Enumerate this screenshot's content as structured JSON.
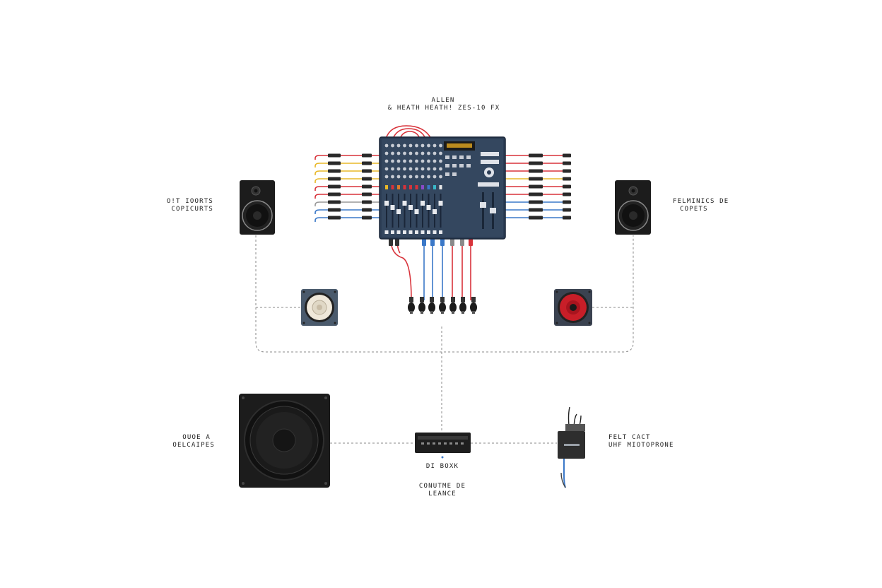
{
  "mixer": {
    "title_line1": "ALLEN",
    "title_line2": "& HEATH HEATH! ZES-10 FX"
  },
  "labels": {
    "left_monitor_line1": "O!T IOORTS",
    "left_monitor_line2": "COPICURTS",
    "right_monitor_line1": "FELMINICS DE",
    "right_monitor_line2": "COPETS",
    "subwoofer_line1": "OUOE A",
    "subwoofer_line2": "OELCAIPES",
    "di_box": "DI BOXK",
    "bottom_center_line1": "CONUTME DE",
    "bottom_center_line2": "LEANCE",
    "receiver_line1": "FELT CACT",
    "receiver_line2": "UHF MIOTOPRONE"
  },
  "colors": {
    "mixer_body": "#2c3d55",
    "cable_red": "#d8323a",
    "cable_yellow": "#e8b828",
    "cable_blue": "#3a78c8",
    "speaker_black": "#1c1c1c",
    "woofer_red": "#c81e28",
    "dashed_line": "#8a8a8a"
  },
  "icons": {
    "mixer": "mixing-console-icon",
    "monitor": "studio-monitor-icon",
    "driver": "speaker-driver-icon",
    "subwoofer": "subwoofer-icon",
    "di_box": "di-box-icon",
    "receiver": "wireless-receiver-icon",
    "microphone": "microphone-icon"
  }
}
